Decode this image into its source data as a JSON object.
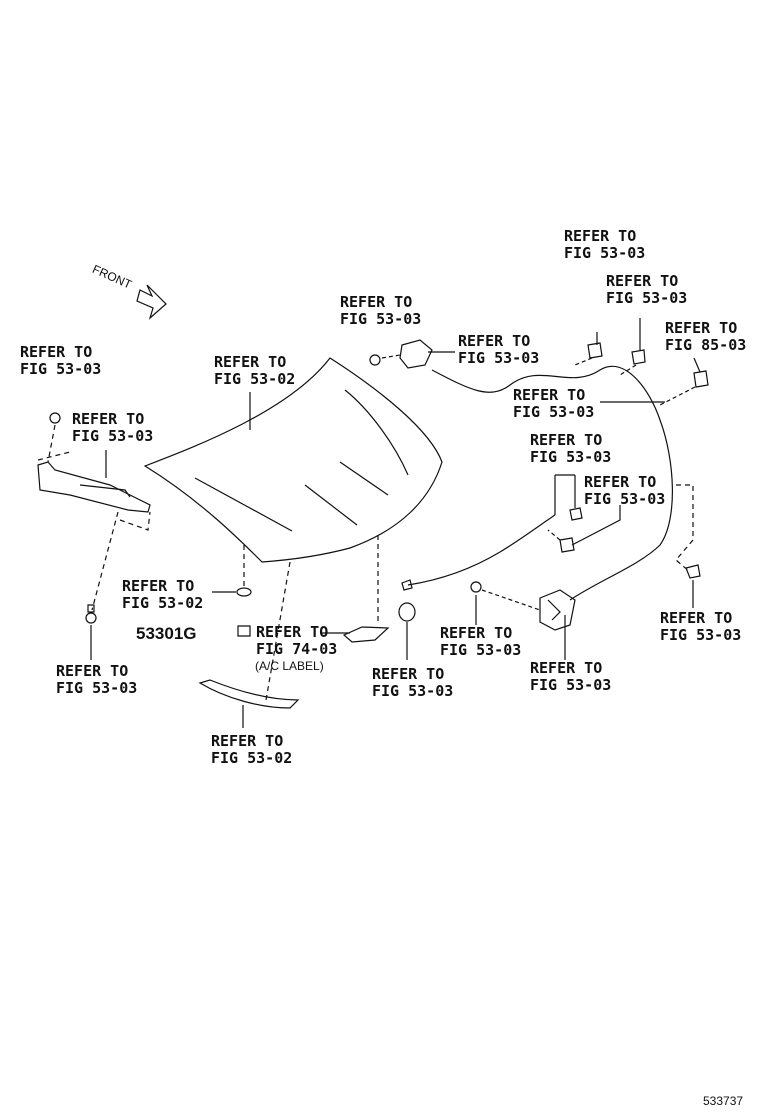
{
  "front_label": "FRONT",
  "part_number": "53301G",
  "image_id": "533737",
  "ac_label": "(A/C LABEL)",
  "callouts": [
    {
      "l1": "REFER TO",
      "l2": "FIG 53-03"
    },
    {
      "l1": "REFER TO",
      "l2": "FIG 53-03"
    },
    {
      "l1": "REFER TO",
      "l2": "FIG 85-03"
    },
    {
      "l1": "REFER TO",
      "l2": "FIG 53-03"
    },
    {
      "l1": "REFER TO",
      "l2": "FIG 53-03"
    },
    {
      "l1": "REFER TO",
      "l2": "FIG 53-03"
    },
    {
      "l1": "REFER TO",
      "l2": "FIG 53-03"
    },
    {
      "l1": "REFER TO",
      "l2": "FIG 53-02"
    },
    {
      "l1": "REFER TO",
      "l2": "FIG 53-03"
    },
    {
      "l1": "REFER TO",
      "l2": "FIG 53-03"
    },
    {
      "l1": "REFER TO",
      "l2": "FIG 53-03"
    },
    {
      "l1": "REFER TO",
      "l2": "FIG 53-02"
    },
    {
      "l1": "REFER TO",
      "l2": "FIG 74-03"
    },
    {
      "l1": "REFER TO",
      "l2": "FIG 53-03"
    },
    {
      "l1": "REFER TO",
      "l2": "FIG 53-03"
    },
    {
      "l1": "REFER TO",
      "l2": "FIG 53-03"
    },
    {
      "l1": "REFER TO",
      "l2": "FIG 53-03"
    },
    {
      "l1": "REFER TO",
      "l2": "FIG 53-03"
    },
    {
      "l1": "REFER TO",
      "l2": "FIG 53-02"
    }
  ]
}
